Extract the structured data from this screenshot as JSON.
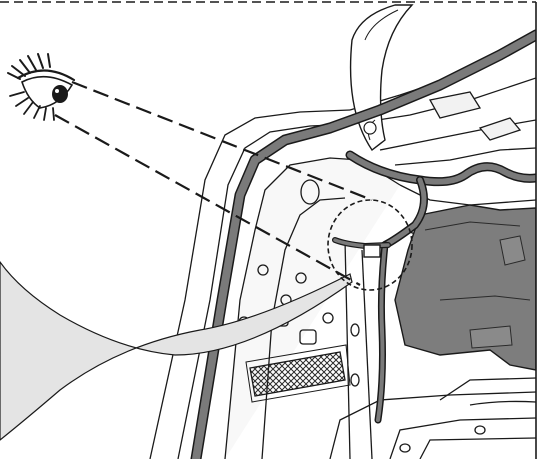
{
  "figure": {
    "description_elements": [
      "eye-icon",
      "sight-lines",
      "trunk-interior",
      "wire-harness",
      "connector-box",
      "detail-circle",
      "magnify-callout"
    ]
  },
  "colors": {
    "line": "#1a1a1a",
    "harness": "#6e6e6e",
    "panel": "#ececec",
    "shade": "#7d7d7d",
    "callout_fill": "#e4e4e4",
    "page": "#ffffff"
  }
}
